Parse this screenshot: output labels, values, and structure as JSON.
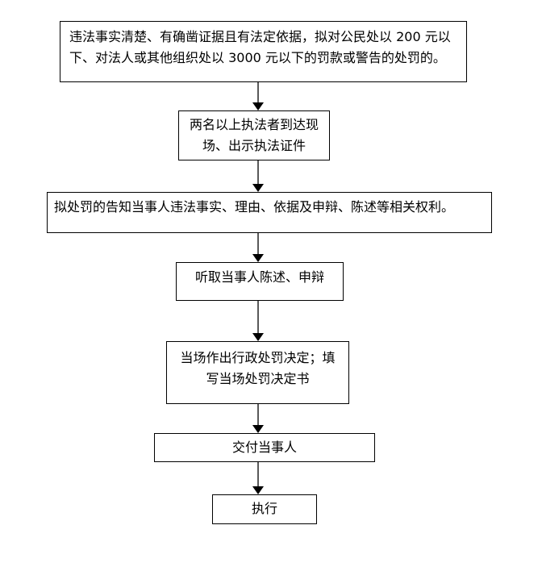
{
  "flowchart": {
    "description": "on-the-spot administrative penalty procedure flowchart",
    "nodes": [
      {
        "id": "condition",
        "label": "违法事实清楚、有确凿证据且有法定依据，拟对公民处以 200 元以下、对法人或其他组织处以 3000 元以下的罚款或警告的处罚的。"
      },
      {
        "id": "arrive-show-credentials",
        "label": "两名以上执法者到达现场、出示执法证件"
      },
      {
        "id": "inform-rights",
        "label": "拟处罚的告知当事人违法事实、理由、依据及申辩、陈述等相关权利。"
      },
      {
        "id": "hear-statement",
        "label": "听取当事人陈述、申辩"
      },
      {
        "id": "make-decision",
        "label": "当场作出行政处罚决定；填写当场处罚决定书"
      },
      {
        "id": "deliver-to-party",
        "label": "交付当事人"
      },
      {
        "id": "execute",
        "label": "执行"
      }
    ],
    "connectors": {
      "count": 6,
      "direction": "down"
    },
    "colors": {
      "background": "#ffffff",
      "box_border": "#000000",
      "text": "#000000",
      "arrow_stem": "#595959",
      "arrow_head": "#000000"
    }
  }
}
